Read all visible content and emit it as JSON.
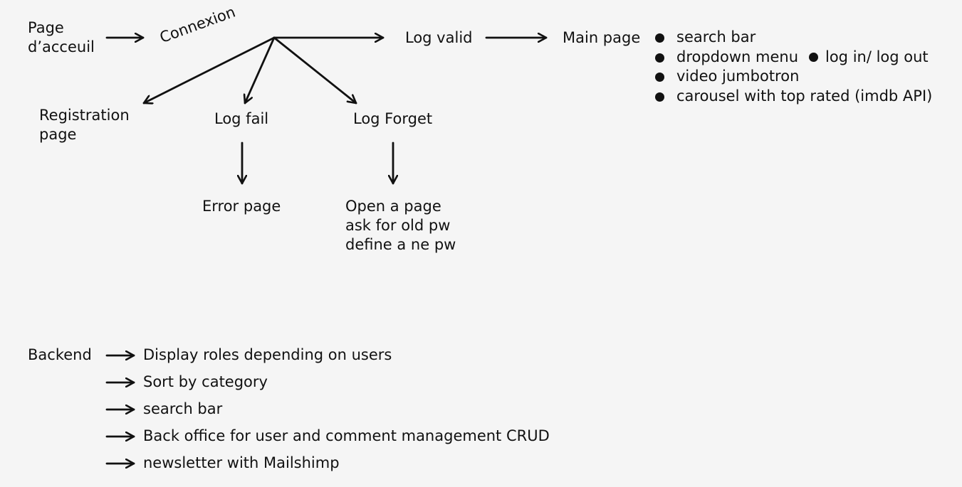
{
  "flow": {
    "home": "Page\nd’acceuil",
    "connexion": "Connexion",
    "log_valid": "Log valid",
    "main_page": "Main page",
    "registration": "Registration\npage",
    "log_fail": "Log fail",
    "log_forget": "Log Forget",
    "error_page": "Error page",
    "forget_steps": "Open a page\nask for old pw\ndefine a ne pw"
  },
  "main_features": [
    "search bar",
    "dropdown menu",
    "video jumbotron",
    "carousel with top rated (imdb API)"
  ],
  "dropdown_sub": "log in/ log out",
  "backend": {
    "label": "Backend",
    "items": [
      "Display roles depending on users",
      "Sort by category",
      "search bar",
      "Back office for user and comment management CRUD",
      "newsletter with Mailshimp"
    ]
  }
}
